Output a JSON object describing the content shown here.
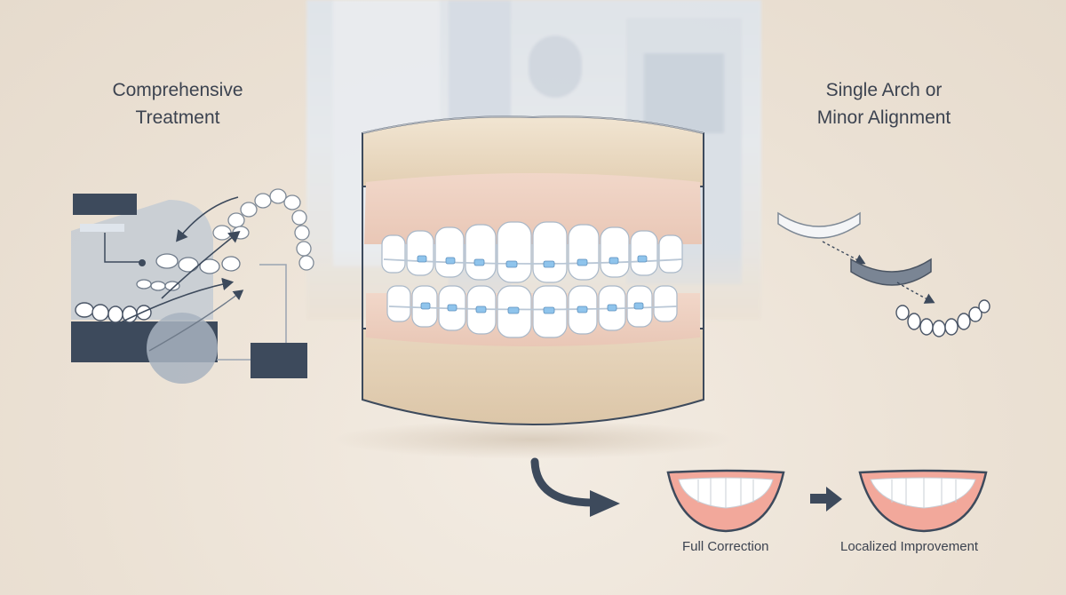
{
  "left_panel": {
    "title": "Comprehensive\nTreatment"
  },
  "right_panel": {
    "title": "Single Arch or\nMinor Alignment"
  },
  "outcomes": {
    "full_label": "Full Correction",
    "localized_label": "Localized Improvement"
  },
  "colors": {
    "background": "#efe6da",
    "navy": "#3d4a5c",
    "slate": "#6f7b8a",
    "gum_pink": "#f2a89b",
    "bracket_blue": "#8fc4ec",
    "cast_cream": "#ecdcc6"
  }
}
